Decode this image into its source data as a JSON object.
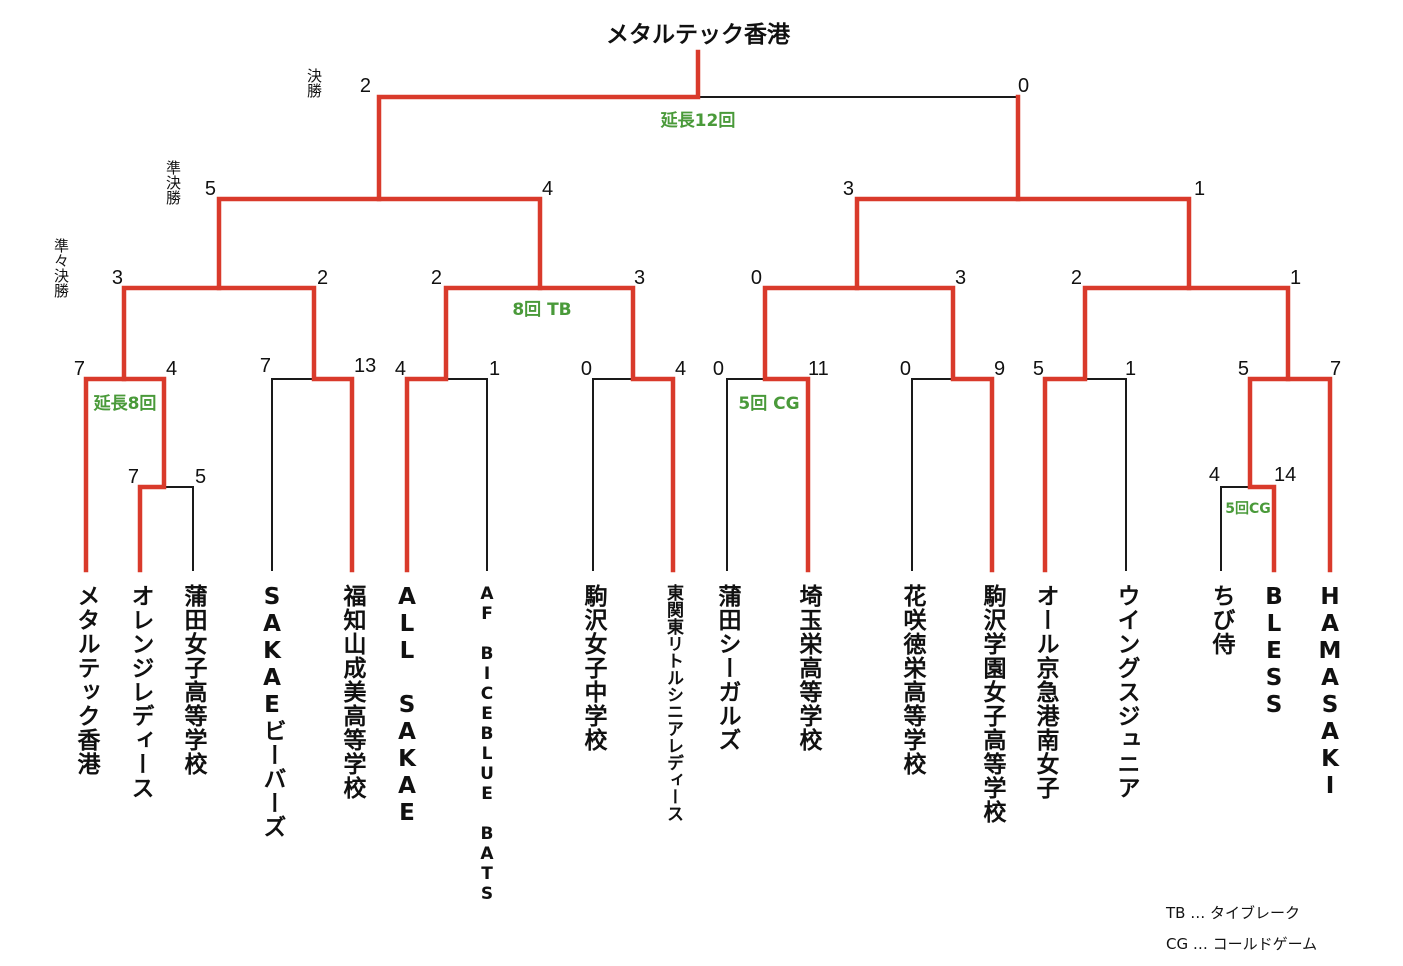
{
  "title": "メタルテック香港",
  "rounds": {
    "final": "決勝",
    "semifinal": "準決勝",
    "quarterfinal": "準々決勝"
  },
  "teams": [
    "メタルテック香港",
    "オレンジレディース",
    "蒲田女子高等学校",
    "SAKAEビーバーズ",
    "福知山成美高等学校",
    "ALL SAKAE",
    "AF BICEBLUE BATS",
    "駒沢女子中学校",
    "東関東リトルシニアレディース",
    "蒲田シーガルズ",
    "埼玉栄高等学校",
    "花咲徳栄高等学校",
    "駒沢学園女子高等学校",
    "オール京急港南女子",
    "ウイングスジュニア",
    "ちび侍",
    "BLESS",
    "HAMASAKI"
  ],
  "scores": {
    "r1a": [
      "7",
      "5"
    ],
    "r1b": [
      "4",
      "14"
    ],
    "r2": [
      [
        "7",
        "4"
      ],
      [
        "7",
        "13"
      ],
      [
        "4",
        "1"
      ],
      [
        "0",
        "4"
      ],
      [
        "0",
        "11"
      ],
      [
        "0",
        "9"
      ],
      [
        "5",
        "1"
      ],
      [
        "5",
        "7"
      ]
    ],
    "qf": [
      [
        "3",
        "2"
      ],
      [
        "2",
        "3"
      ],
      [
        "0",
        "3"
      ],
      [
        "2",
        "1"
      ]
    ],
    "sf": [
      [
        "5",
        "4"
      ],
      [
        "3",
        "1"
      ]
    ],
    "final": [
      "2",
      "0"
    ]
  },
  "notes": {
    "final": "延長12回",
    "qf2": "8回 TB",
    "r2_1": "延長8回",
    "r2_5": "5回 CG",
    "r1b": "5回CG"
  },
  "legend": {
    "tb": "TB … タイブレーク",
    "cg": "CG … コールドゲーム"
  },
  "colors": {
    "winner_line": "#d93a2b",
    "line": "#1a1a1a",
    "note": "#4a9a3a"
  }
}
